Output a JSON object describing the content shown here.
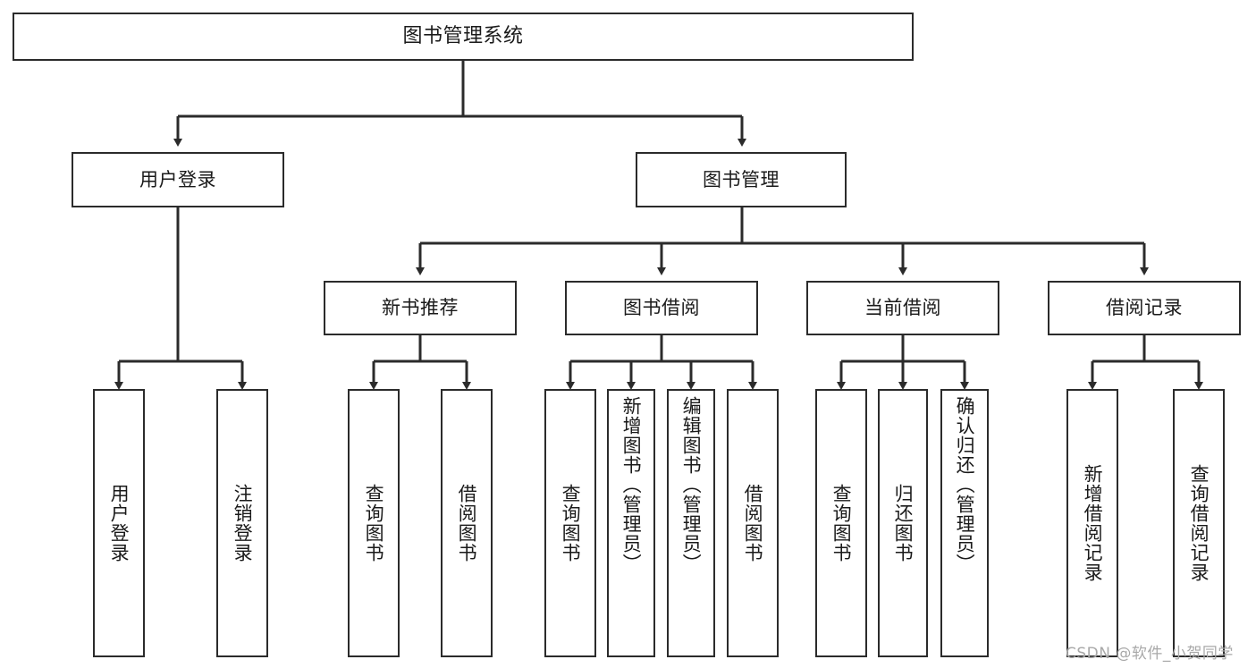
{
  "diagram": {
    "title": "图书管理系统",
    "type": "tree-hierarchy-diagram",
    "root": {
      "label": "图书管理系统"
    },
    "level2": [
      {
        "label": "用户登录"
      },
      {
        "label": "图书管理"
      }
    ],
    "level3": [
      {
        "label": "新书推荐"
      },
      {
        "label": "图书借阅"
      },
      {
        "label": "当前借阅"
      },
      {
        "label": "借阅记录"
      }
    ],
    "leaves": {
      "user_login": [
        {
          "label": "用户登录"
        },
        {
          "label": "注销登录"
        }
      ],
      "new_book_recommend": [
        {
          "label": "查询图书"
        },
        {
          "label": "借阅图书"
        }
      ],
      "book_borrow": [
        {
          "label": "查询图书"
        },
        {
          "label": "新增图书（管理员）"
        },
        {
          "label": "编辑图书（管理员）"
        },
        {
          "label": "借阅图书"
        }
      ],
      "current_borrow": [
        {
          "label": "查询图书"
        },
        {
          "label": "归还图书"
        },
        {
          "label": "确认归还（管理员）"
        }
      ],
      "borrow_record": [
        {
          "label": "新增借阅记录"
        },
        {
          "label": "查询借阅记录"
        }
      ]
    }
  },
  "watermark": {
    "text": "CSDN @软件_小贺同学"
  },
  "colors": {
    "stroke": "#2b2b2b",
    "background": "#ffffff",
    "text": "#1a1a1a",
    "watermark": "#a8a8a8"
  }
}
